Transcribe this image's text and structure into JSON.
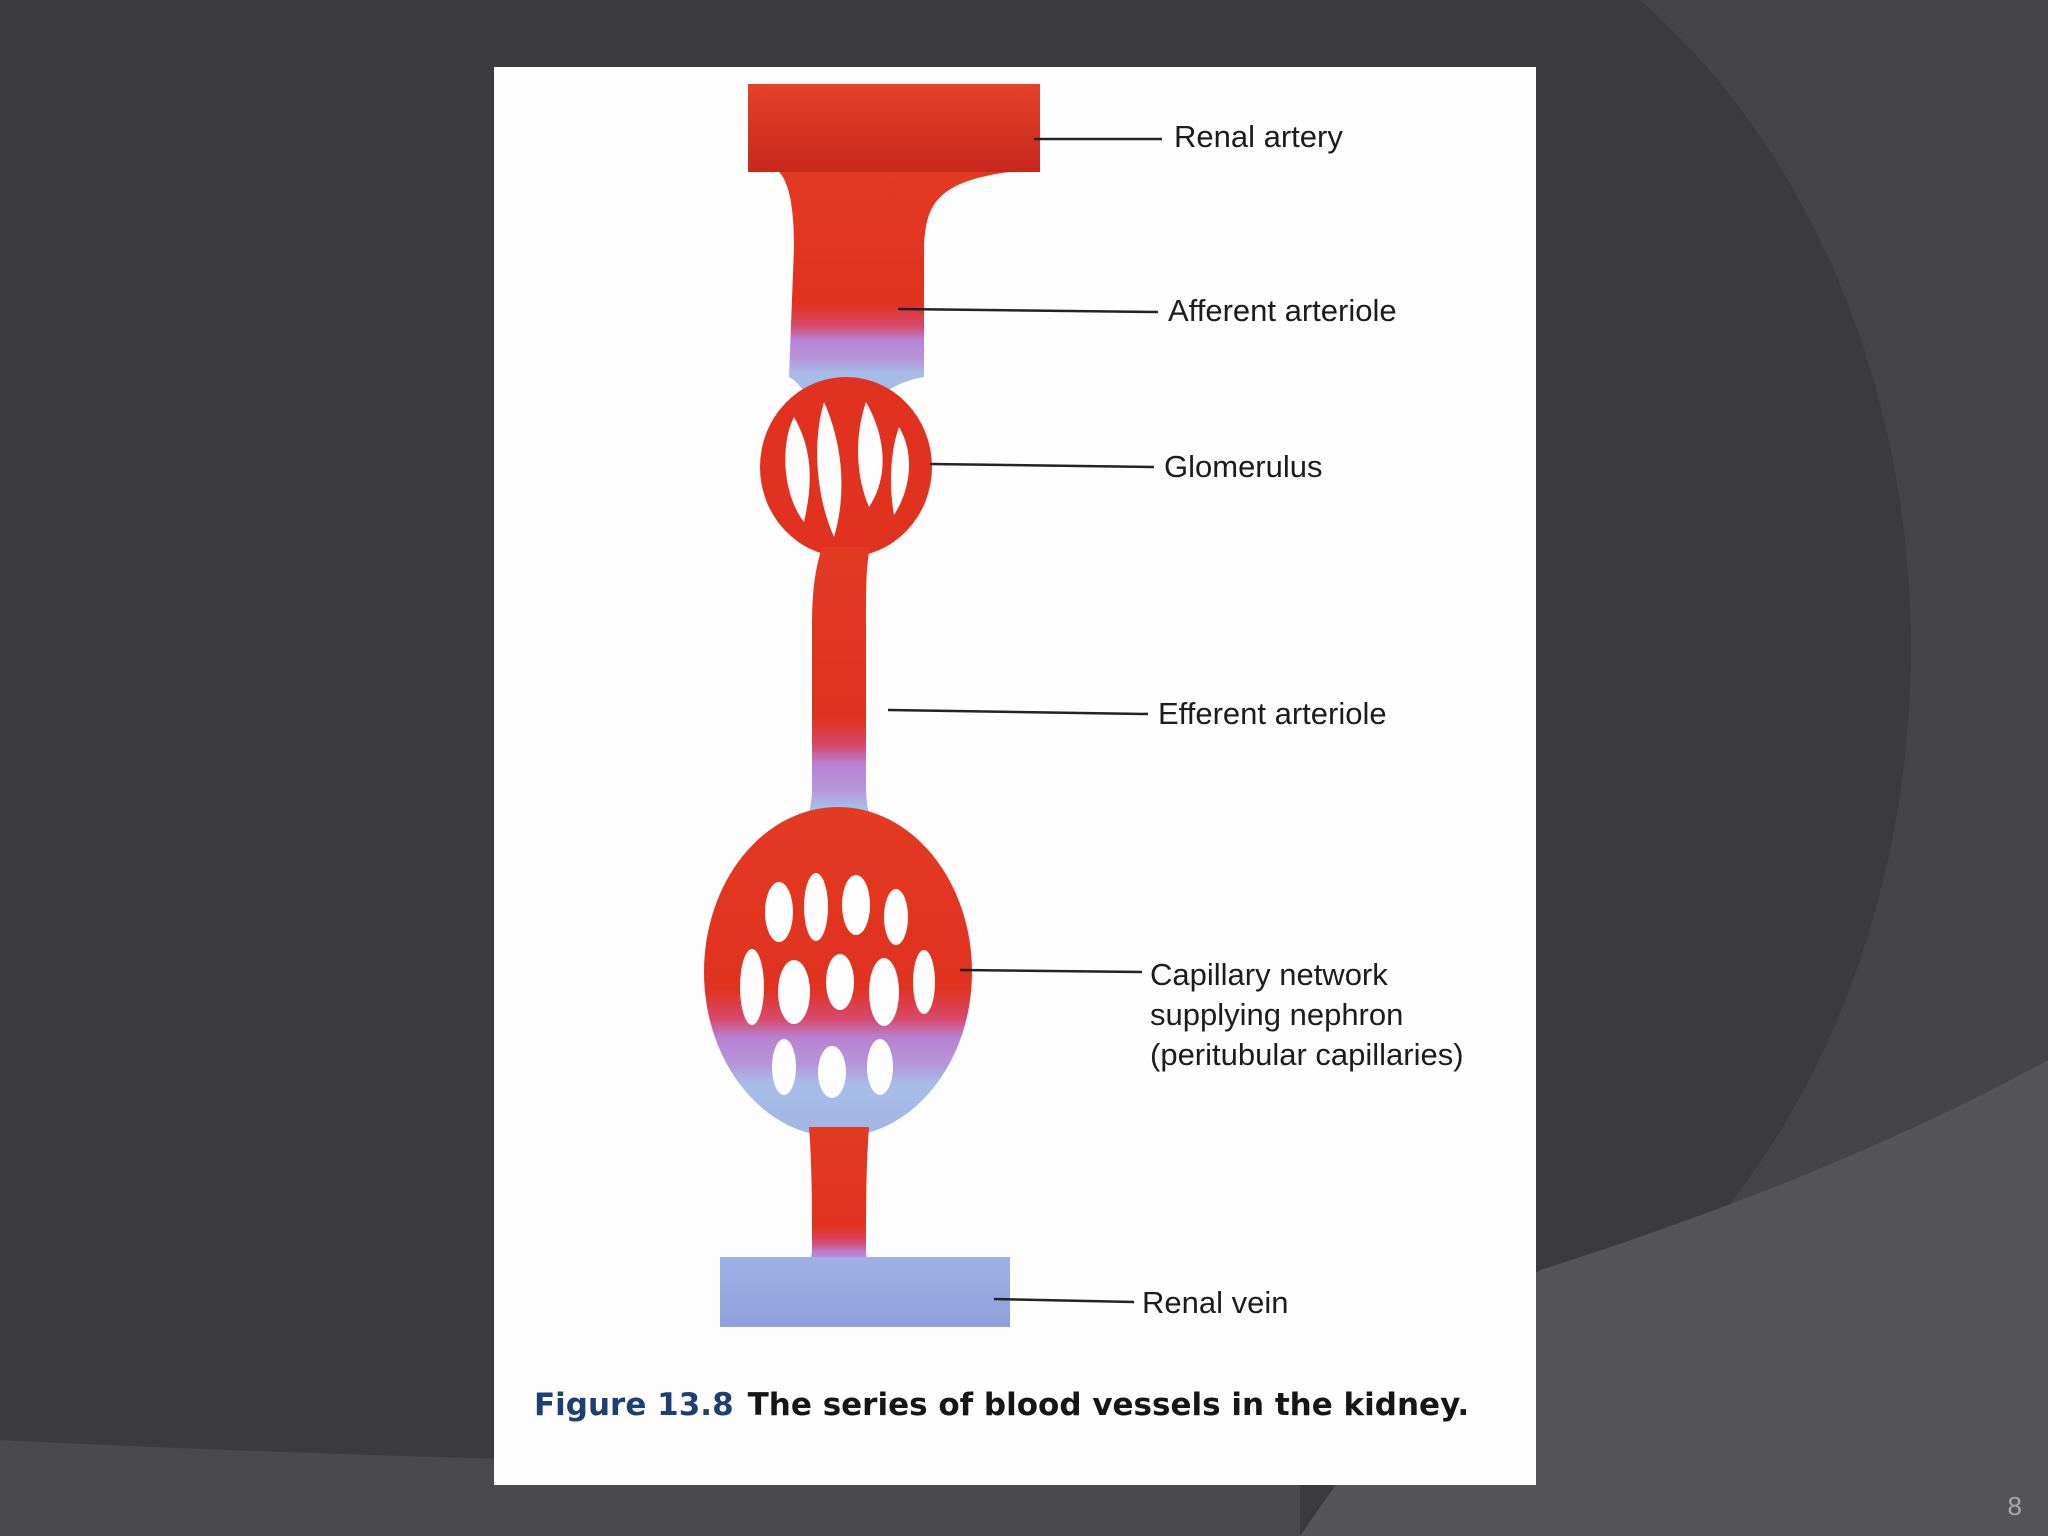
{
  "slide": {
    "number": "8"
  },
  "figure": {
    "labels": {
      "renal_artery": "Renal artery",
      "afferent_arteriole": "Afferent arteriole",
      "glomerulus": "Glomerulus",
      "efferent_arteriole": "Efferent arteriole",
      "capillary_network": "Capillary network\nsupplying nephron\n(peritubular capillaries)",
      "renal_vein": "Renal vein"
    },
    "caption": {
      "number": "Figure 13.8",
      "text": "The series of blood vessels in the kidney."
    }
  },
  "colors": {
    "slide_background": "#3b3b3d",
    "artery_red": "#e0321f",
    "vein_blue": "#a3b6e6",
    "capillary_purple": "#b27fd0",
    "caption_number": "#1f3f72"
  }
}
